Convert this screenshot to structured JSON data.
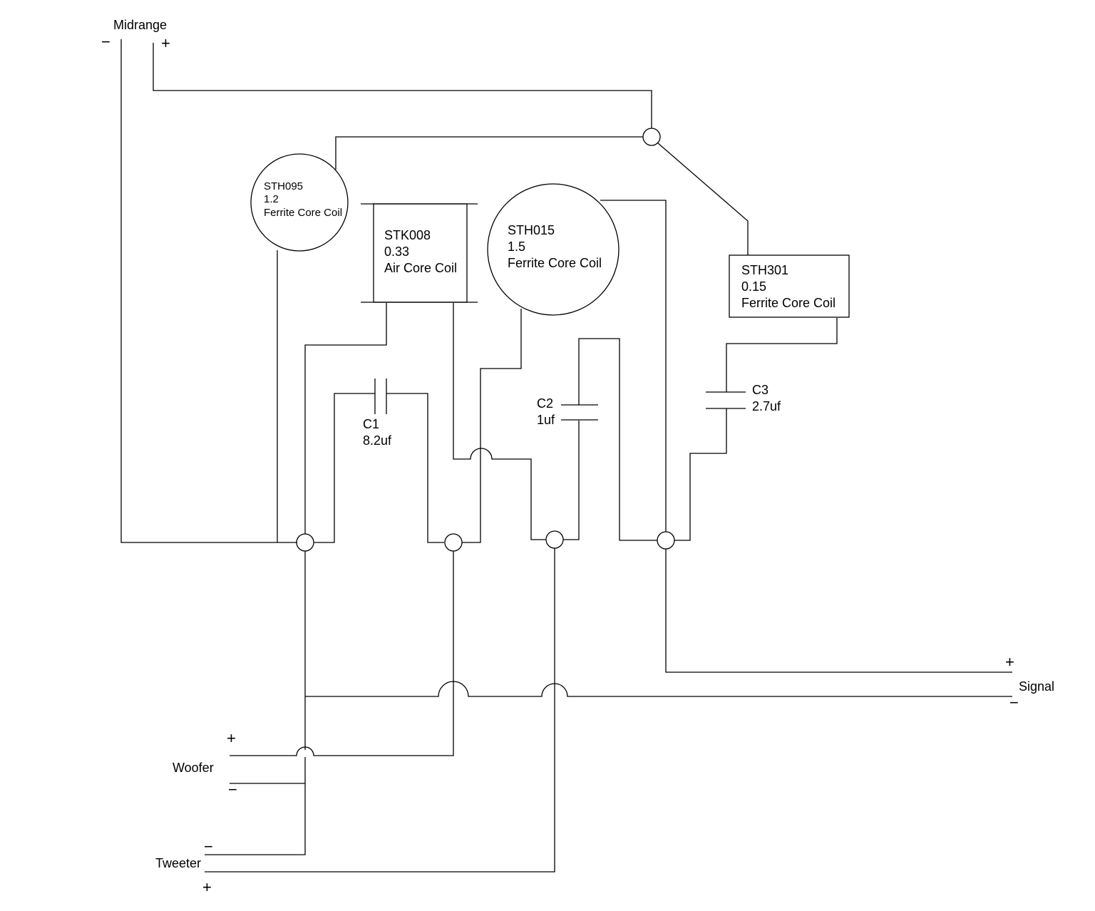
{
  "terminals": {
    "midrange": {
      "label": "Midrange",
      "neg": "−",
      "pos": "+"
    },
    "signal": {
      "label": "Signal",
      "pos": "+",
      "neg": "−"
    },
    "woofer": {
      "label": "Woofer",
      "pos": "+",
      "neg": "−"
    },
    "tweeter": {
      "label": "Tweeter",
      "neg": "−",
      "pos": "+"
    }
  },
  "components": {
    "sth095": {
      "part": "STH095",
      "value": "1.2",
      "type": "Ferrite Core Coil"
    },
    "stk008": {
      "part": "STK008",
      "value": "0.33",
      "type": "Air Core Coil"
    },
    "sth015": {
      "part": "STH015",
      "value": "1.5",
      "type": "Ferrite Core Coil"
    },
    "sth301": {
      "part": "STH301",
      "value": "0.15",
      "type": "Ferrite Core Coil"
    },
    "c1": {
      "name": "C1",
      "value": "8.2uf"
    },
    "c2": {
      "name": "C2",
      "value": "1uf"
    },
    "c3": {
      "name": "C3",
      "value": "2.7uf"
    }
  }
}
